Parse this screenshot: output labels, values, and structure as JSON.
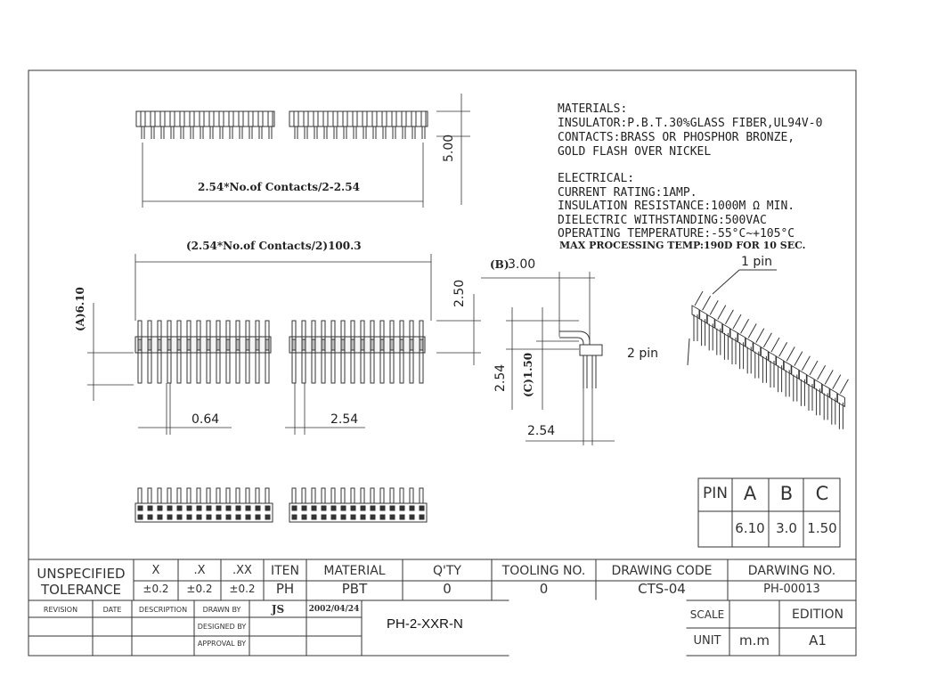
{
  "materials": {
    "heading": "MATERIALS:",
    "insulator": "INSULATOR:P.B.T.30%GLASS FIBER,UL94V-0",
    "contacts": "CONTACTS:BRASS OR PHOSPHOR BRONZE,",
    "plating": "GOLD FLASH OVER NICKEL"
  },
  "electrical": {
    "heading": "ELECTRICAL:",
    "current": "CURRENT RATING:1AMP.",
    "insulation": "INSULATION RESISTANCE:1000M Ω MIN.",
    "dielectric": "DIELECTRIC WITHSTANDING:500VAC",
    "temperature": "OPERATING TEMPERATURE:-55°C~+105°C",
    "processing": "MAX PROCESSING TEMP:190D FOR 10 SEC."
  },
  "dimensions": {
    "top_width": "2.54*No.of Contacts/2-2.54",
    "top_height": "5.00",
    "front_width": "(2.54*No.of Contacts/2)100.3",
    "label_a": "(A)6.10",
    "height_250": "2.50",
    "pin_width": "0.64",
    "pitch": "2.54",
    "side_b_prefix": "(B)",
    "side_b": "3.00",
    "side_254": "2.54",
    "label_c": "(C)1.50",
    "side_bottom": "2.54"
  },
  "callouts": {
    "pin1": "1 pin",
    "pin2": "2 pin"
  },
  "pin_table": {
    "headers": [
      "PIN",
      "A",
      "B",
      "C"
    ],
    "values": [
      "",
      "6.10",
      "3.0",
      "1.50"
    ]
  },
  "title_block": {
    "unspecified": "UNSPECIFIED",
    "tolerance": "TOLERANCE",
    "x": "X",
    "x1": ".X",
    "x2": ".XX",
    "tol0": "±0.2",
    "tol1": "±0.2",
    "tol2": "±0.2",
    "iten_label": "ITEN",
    "iten_value": "PH",
    "material_label": "MATERIAL",
    "material_value": "PBT",
    "qty_label": "Q'TY",
    "qty_value": "0",
    "tooling_label": "TOOLING NO.",
    "tooling_value": "0",
    "drawing_code_label": "DRAWING CODE",
    "drawing_code_value": "CTS-04",
    "drawing_no_label": "DARWING NO.",
    "drawing_no_value": "PH-00013",
    "revision": "REVISION",
    "date": "DATE",
    "description": "DESCRIPTION",
    "drawn_by": "DRAWN BY",
    "designed_by": "DESIGNED BY",
    "approval_by": "APPROVAL BY",
    "drawn_initials": "JS",
    "drawn_date": "2002/04/24",
    "part_number": "PH-2-XXR-N",
    "scale_label": "SCALE",
    "edition_label": "EDITION",
    "unit_label": "UNIT",
    "unit_value": "m.m",
    "edition_value": "A1"
  }
}
